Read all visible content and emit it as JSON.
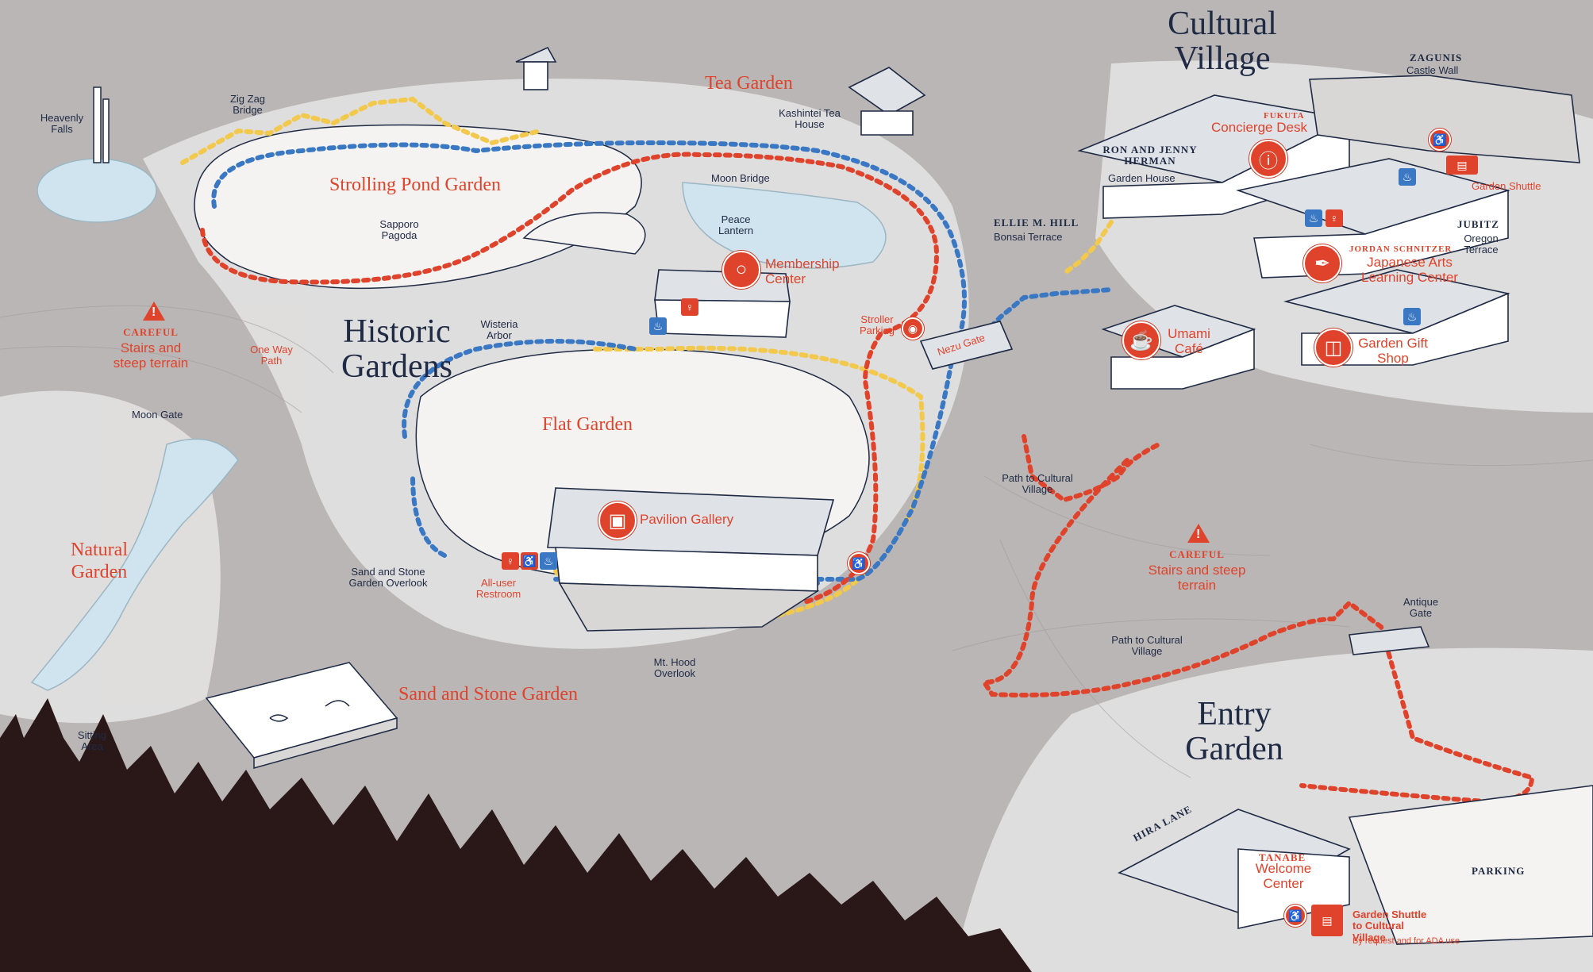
{
  "colors": {
    "background": "#b9b6b5",
    "path_red": "#e0432b",
    "path_blue": "#3b78c4",
    "path_yellow": "#f2c94c",
    "text_navy": "#1f2a44",
    "water": "#cfe4ee",
    "trees": "#2a1717"
  },
  "areas": {
    "cultural_village": "Cultural Village",
    "historic_gardens": "Historic Gardens",
    "entry_garden": "Entry Garden"
  },
  "gardens": {
    "tea_garden": "Tea Garden",
    "strolling_pond_garden": "Strolling Pond Garden",
    "flat_garden": "Flat Garden",
    "natural_garden": "Natural Garden",
    "sand_and_stone_garden": "Sand and Stone Garden"
  },
  "labels": {
    "heavenly_falls": "Heavenly Falls",
    "zig_zag_bridge": "Zig Zag Bridge",
    "kashintei_tea_house": "Kashintei Tea House",
    "moon_bridge": "Moon Bridge",
    "sapporo_pagoda": "Sapporo Pagoda",
    "peace_lantern": "Peace Lantern",
    "wisteria_arbor": "Wisteria Arbor",
    "one_way_path": "One Way Path",
    "moon_gate": "Moon Gate",
    "sand_stone_overlook": "Sand and Stone Garden Overlook",
    "all_user_restroom": "All-user Restroom",
    "mt_hood_overlook": "Mt. Hood Overlook",
    "sitting_area": "Sitting Area",
    "stroller_parking": "Stroller Parking",
    "nezu_gate": "Nezu Gate",
    "bonsai_name": "ELLIE M. HILL",
    "bonsai_terrace": "Bonsai Terrace",
    "garden_house_name": "RON AND JENNY HERMAN",
    "garden_house": "Garden House",
    "zagunis": "ZAGUNIS",
    "castle_wall": "Castle Wall",
    "jubitz": "JUBITZ",
    "oregon_terrace": "Oregon Terrace",
    "path_to_cv_1": "Path to Cultural Village",
    "path_to_cv_2": "Path to Cultural Village",
    "antique_gate": "Antique Gate",
    "hira_lane": "HIRA LANE",
    "parking": "PARKING",
    "welcome_name": "TANABE",
    "shuttle_to_cv": "Garden Shuttle to Cultural Village",
    "shuttle_note": "By request and for ADA use",
    "garden_shuttle": "Garden Shuttle"
  },
  "cautions": [
    {
      "title": "CAREFUL",
      "text": "Stairs and steep terrain"
    },
    {
      "title": "CAREFUL",
      "text": "Stairs and steep terrain"
    }
  ],
  "pois": {
    "membership": "Membership Center",
    "pavilion": "Pavilion Gallery",
    "umami": "Umami Café",
    "concierge_name": "FUKUTA",
    "concierge": "Concierge Desk",
    "learning_name": "JORDAN SCHNITZER",
    "learning": "Japanese Arts Learning Center",
    "gift": "Garden Gift Shop",
    "welcome": "Welcome Center"
  },
  "icons": {
    "membership": "membership-icon",
    "pavilion": "gallery-icon",
    "umami": "cafe-icon",
    "concierge": "info-desk-icon",
    "learning": "brush-icon",
    "gift": "gift-icon",
    "accessible": "wheelchair-icon",
    "restroom": "restroom-icon",
    "water": "water-fountain-icon",
    "shuttle": "shuttle-icon",
    "caution": "warning-icon",
    "stroller": "stroller-icon"
  }
}
